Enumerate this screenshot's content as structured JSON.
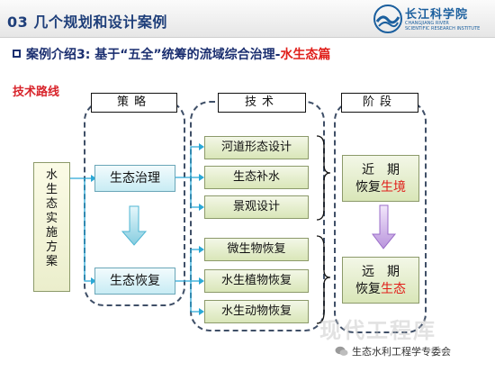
{
  "header": {
    "title": "03 几个规划和设计案例",
    "logo": {
      "name": "长江科学院",
      "en_line1": "CHANGJIANG RIVER",
      "en_line2": "SCIENTIFIC RESEARCH INSTITUTE"
    }
  },
  "subtitle": {
    "main": "案例介绍3: 基于“五全”统筹的流域综合治理-",
    "highlight": "水生态篇"
  },
  "section_label": "技术路线",
  "columns": {
    "strategy": "策略",
    "technology": "技术",
    "stage": "阶段"
  },
  "plan_box": [
    "水",
    "生",
    "态",
    "实",
    "施",
    "方",
    "案"
  ],
  "strategies": [
    "生态治理",
    "生态恢复"
  ],
  "technologies": [
    "河道形态设计",
    "生态补水",
    "景观设计",
    "微生物恢复",
    "水生植物恢复",
    "水生动物恢复"
  ],
  "stages": [
    {
      "line1": "近　期",
      "line2_plain": "恢复",
      "line2_red": "生境"
    },
    {
      "line1": "远　期",
      "line2_plain": "恢复",
      "line2_red": "生态"
    }
  ],
  "watermark": "现代工程库",
  "footer": {
    "wechat_label": "生态水利工程学专委会"
  },
  "colors": {
    "accent_red": "#e0201b",
    "title_blue": "#1f3f7a",
    "dashed_border": "#3f4f67"
  }
}
